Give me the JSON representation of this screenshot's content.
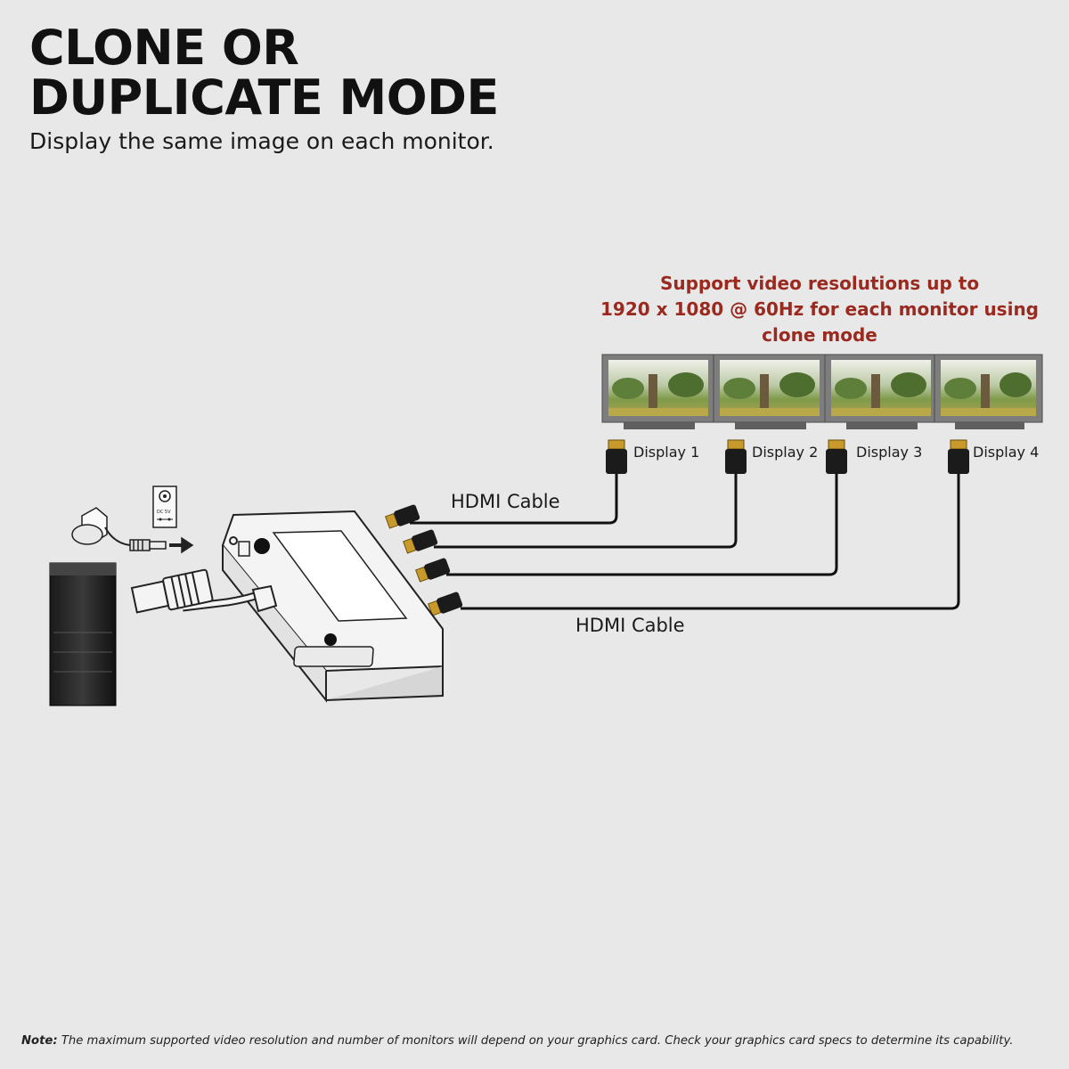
{
  "header": {
    "title_line1": "CLONE OR",
    "title_line2": "DUPLICATE MODE",
    "subtitle": "Display the same image on each monitor."
  },
  "resolution_note": {
    "line1": "Support video resolutions up to",
    "line2": "1920 x 1080 @ 60Hz for each monitor using",
    "line3": "clone mode"
  },
  "displays": [
    "Display 1",
    "Display 2",
    "Display 3",
    "Display 4"
  ],
  "cables": {
    "top_label": "HDMI Cable",
    "bottom_label": "HDMI Cable"
  },
  "power_label": "DC 5V",
  "footnote": {
    "prefix": "Note:",
    "text": "The maximum supported video resolution and number of monitors will depend on your graphics card. Check your graphics card specs to determine its capability."
  },
  "colors": {
    "background": "#e8e8e8",
    "note_red": "#9a2a1f",
    "connector_gold": "#c79a2a",
    "monitor_frame": "#7d7d7d"
  }
}
